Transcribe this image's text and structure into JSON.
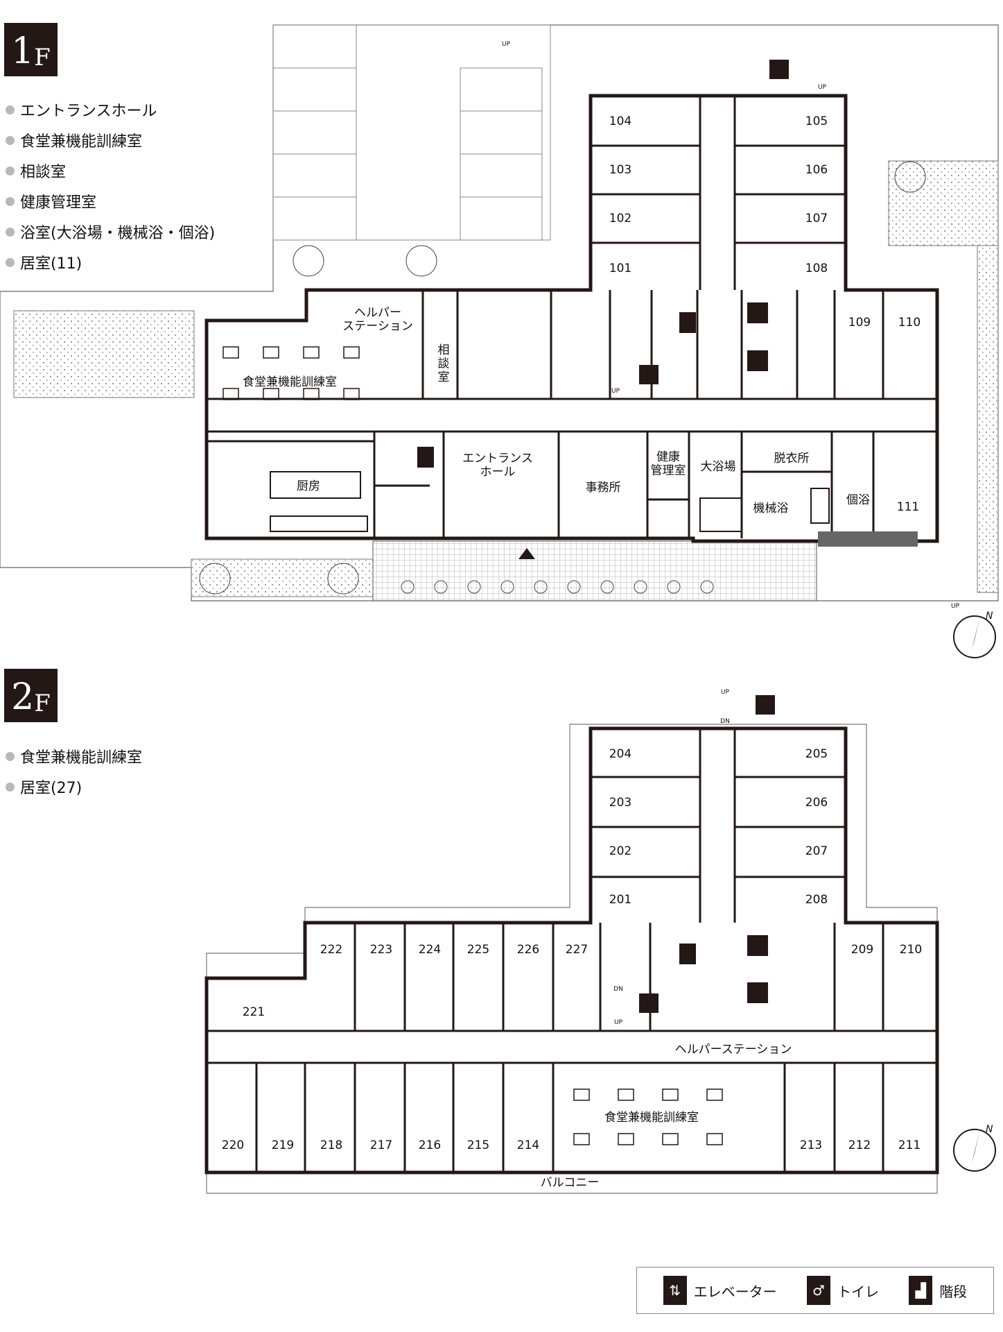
{
  "floors": [
    {
      "badge": "1",
      "badge_suffix": "F",
      "legend": [
        "エントランスホール",
        "食堂兼機能訓練室",
        "相談室",
        "健康管理室",
        "浴室(大浴場・機械浴・個浴)",
        "居室(11)"
      ],
      "rooms_left": [
        "104",
        "103",
        "102",
        "101"
      ],
      "rooms_right": [
        "105",
        "106",
        "107",
        "108"
      ],
      "rooms_east": [
        "109",
        "110"
      ],
      "room_111": "111",
      "labels": {
        "helper_station": "ヘルパー\nステーション",
        "dining": "食堂兼機能訓練室",
        "consult": "相\n談\n室",
        "kitchen": "厨房",
        "entrance": "エントランス\nホール",
        "office": "事務所",
        "health": "健康\n管理室",
        "bath_large": "大浴場",
        "dressing": "脱衣所",
        "machine_bath": "機械浴",
        "private_bath": "個浴"
      },
      "up_labels": [
        "UP",
        "UP",
        "UP",
        "UP"
      ]
    },
    {
      "badge": "2",
      "badge_suffix": "F",
      "legend": [
        "食堂兼機能訓練室",
        "居室(27)"
      ],
      "rooms_left": [
        "204",
        "203",
        "202",
        "201"
      ],
      "rooms_right": [
        "205",
        "206",
        "207",
        "208"
      ],
      "rooms_north": [
        "222",
        "223",
        "224",
        "225",
        "226",
        "227"
      ],
      "room_221": "221",
      "rooms_east_north": [
        "209",
        "210"
      ],
      "rooms_south_west": [
        "220",
        "219",
        "218",
        "217",
        "216",
        "215",
        "214"
      ],
      "rooms_south_east": [
        "213",
        "212",
        "211"
      ],
      "labels": {
        "helper_station": "ヘルパーステーション",
        "dining": "食堂兼機能訓練室",
        "balcony": "バルコニー"
      },
      "stair_labels": [
        "UP",
        "DN",
        "DN",
        "UP"
      ]
    }
  ],
  "compass": "N",
  "key": {
    "elevator": "エレベーター",
    "toilet": "トイレ",
    "stairs": "階段"
  }
}
